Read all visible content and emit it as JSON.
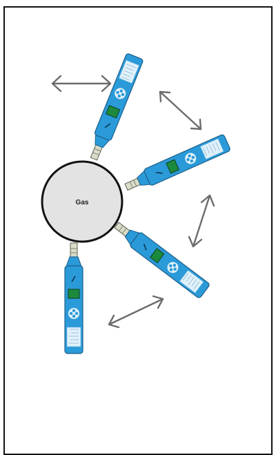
{
  "diagram": {
    "center": {
      "label": "Gas",
      "fill_color": "#e3e3e3",
      "stroke_color": "#111111"
    },
    "probes": [
      {
        "id": "probe-top-right"
      },
      {
        "id": "probe-right"
      },
      {
        "id": "probe-lower-right"
      },
      {
        "id": "probe-bottom"
      }
    ],
    "arrows": [
      {
        "id": "arrow-top",
        "type": "double-headed"
      },
      {
        "id": "arrow-upper-right",
        "type": "double-headed"
      },
      {
        "id": "arrow-right",
        "type": "double-headed"
      },
      {
        "id": "arrow-bottom",
        "type": "double-headed"
      }
    ],
    "colors": {
      "probe_body": "#2a9ad8",
      "probe_outline": "#1d5f8a",
      "display": "#1c8a3c",
      "arrow": "#6b6b6b"
    }
  }
}
